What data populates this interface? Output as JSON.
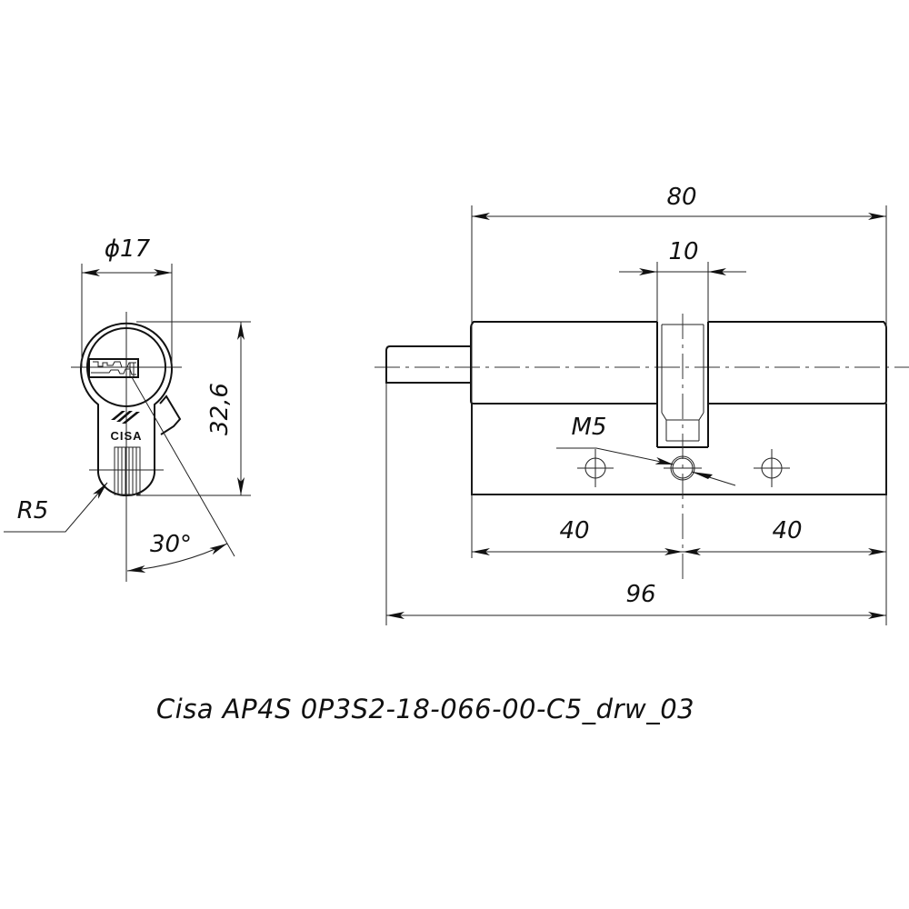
{
  "drawing": {
    "title": "Cisa AP4S 0P3S2-18-066-00-C5_drw_03",
    "brand_label": "CISA",
    "front_view": {
      "diameter_label": "ϕ17",
      "height_label": "32,6",
      "radius_label": "R5",
      "angle_label": "30°"
    },
    "side_view": {
      "total_body_label": "80",
      "cam_width_label": "10",
      "left_half_label": "40",
      "right_half_label": "40",
      "overall_length_label": "96",
      "screw_thread_label": "M5"
    }
  },
  "colors": {
    "line": "#111111",
    "background": "#ffffff"
  }
}
